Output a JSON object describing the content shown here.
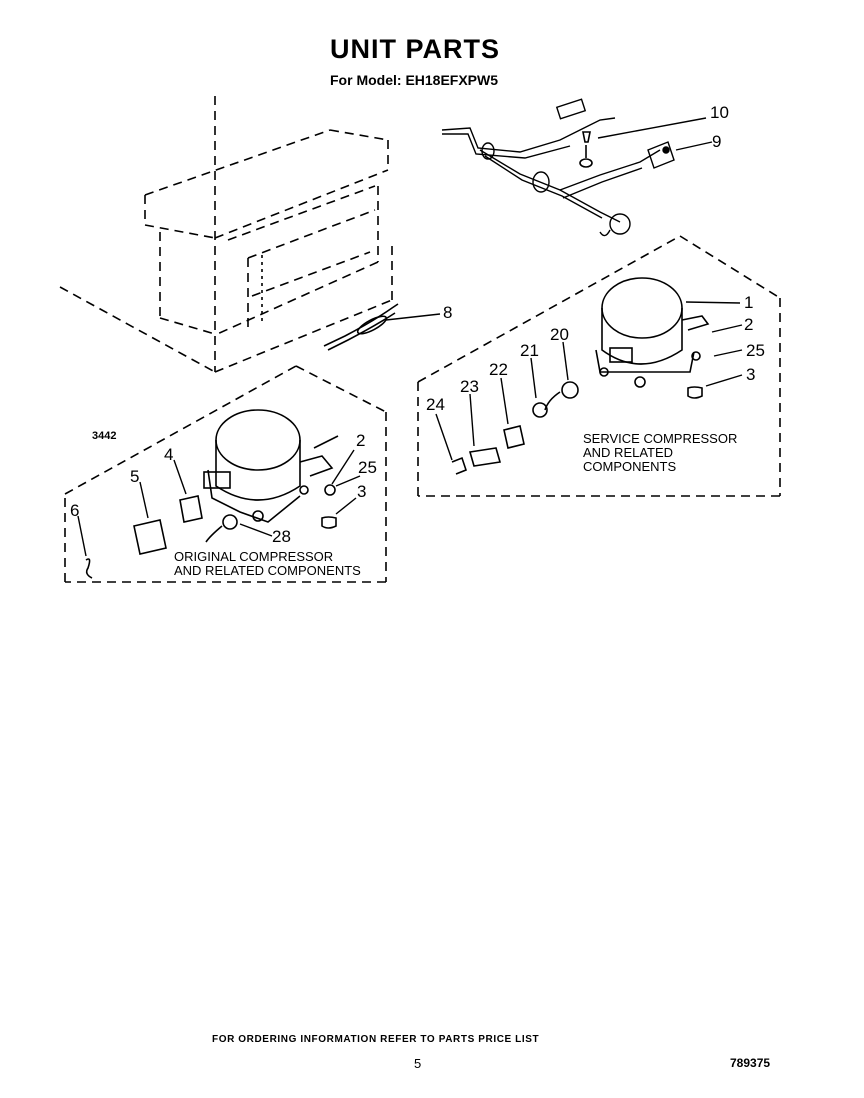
{
  "header": {
    "title": "UNIT PARTS",
    "model_label": "For Model:",
    "model_number": "EH18EFXPW5"
  },
  "figure_number": "3442",
  "groups": {
    "original": [
      "ORIGINAL COMPRESSOR",
      "AND RELATED COMPONENTS"
    ],
    "service": [
      "SERVICE COMPRESSOR",
      "AND RELATED",
      "COMPONENTS"
    ]
  },
  "callouts": {
    "c10": "10",
    "c9": "9",
    "c8": "8",
    "s1": "1",
    "s2": "2",
    "s25": "25",
    "s3": "3",
    "s20": "20",
    "s21": "21",
    "s22": "22",
    "s23": "23",
    "s24": "24",
    "o2": "2",
    "o25": "25",
    "o3": "3",
    "o4": "4",
    "o5": "5",
    "o6": "6",
    "o28": "28"
  },
  "footer": {
    "note": "FOR ORDERING INFORMATION REFER TO PARTS PRICE LIST",
    "page_number": "5",
    "doc_number": "789375"
  }
}
